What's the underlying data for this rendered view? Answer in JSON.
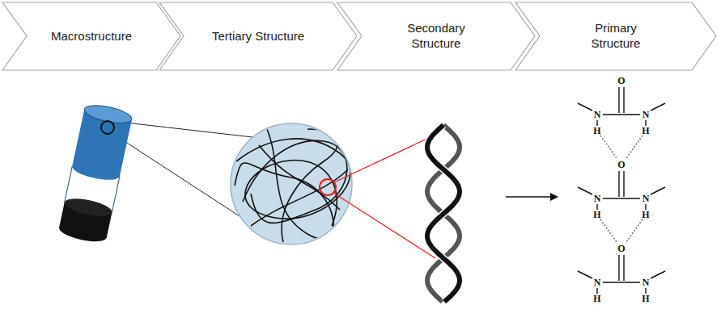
{
  "diagram": {
    "nodes": [
      {
        "text": [
          "Macrostructure"
        ]
      },
      {
        "text": [
          "Tertiary Structure"
        ]
      },
      {
        "text": [
          "Secondary Structure"
        ]
      },
      {
        "text": [
          "Primary Structure"
        ]
      }
    ],
    "labels": [
      "O",
      "N",
      "N",
      "H",
      "H",
      "O",
      "N",
      "N",
      "H",
      "H",
      "O",
      "N",
      "N",
      "H",
      "H"
    ]
  }
}
